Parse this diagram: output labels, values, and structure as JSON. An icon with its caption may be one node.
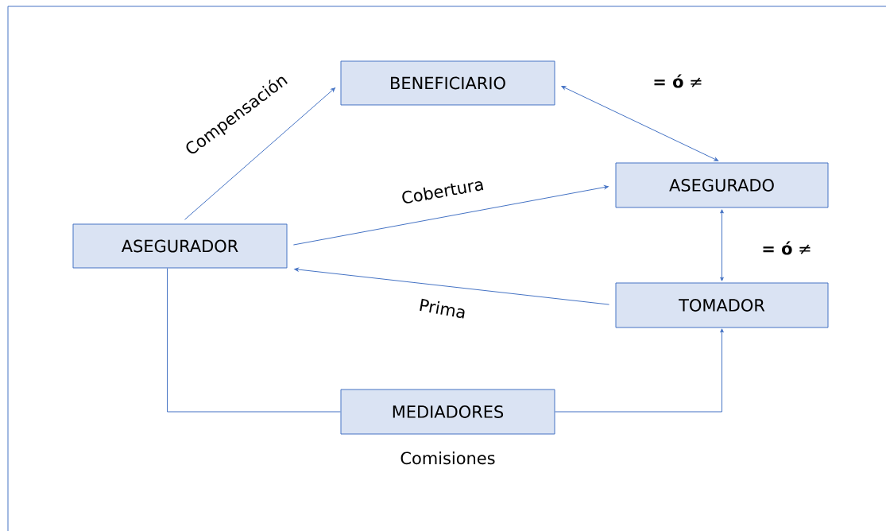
{
  "diagram": {
    "nodes": [
      {
        "text": [
          "BENEFICIARIO"
        ]
      },
      {
        "text": [
          "ASEGURADO"
        ]
      },
      {
        "text": [
          "ASEGURADOR"
        ]
      },
      {
        "text": [
          "TOMADOR"
        ]
      },
      {
        "text": [
          "MEDIADORES"
        ],
        "beside": [
          "Comisiones"
        ]
      }
    ],
    "edges": [
      {
        "from": 2,
        "to": 0,
        "arrow": "to",
        "label": "Compensación"
      },
      {
        "from": 0,
        "to": 1,
        "arrow": "both",
        "label": "**= ó** ≠"
      },
      {
        "from": 2,
        "to": 1,
        "arrow": "to",
        "label": "Cobertura"
      },
      {
        "from": 3,
        "to": 2,
        "arrow": "to",
        "label": "Prima"
      },
      {
        "from": 1,
        "to": 3,
        "arrow": "both",
        "label": "**= ó** ≠"
      },
      {
        "from": 2,
        "to": 4,
        "arrow": "none"
      },
      {
        "from": 4,
        "to": 3,
        "arrow": "to"
      }
    ]
  }
}
